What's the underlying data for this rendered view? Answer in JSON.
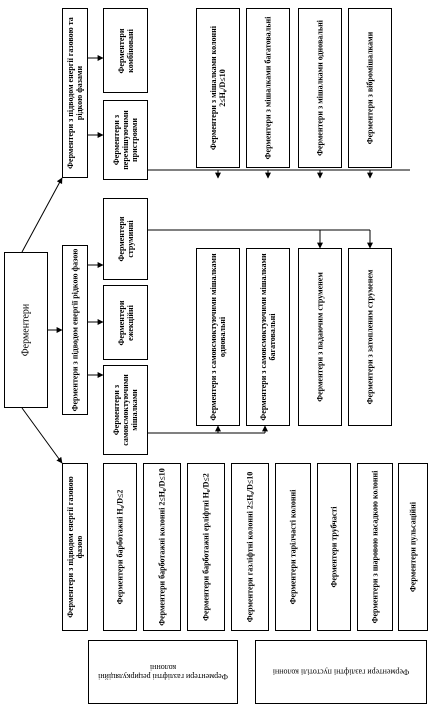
{
  "diagram": {
    "root": "Ферментери",
    "gas_liquid": {
      "title": "Ферментери з підводом енергії газовою та рідкою фазами",
      "children": {
        "combined": "Ферментери комбіновані",
        "mixers": "Ферментери з перемішуючими пристроями",
        "mixer_types": [
          "Ферментери з мішалками колонні 2≤H₀/D≤10",
          "Ферментери з мішалками багатовальні",
          "Ферментери з мішалками одновальні",
          "Ферментери з вібромішалками"
        ]
      }
    },
    "liquid": {
      "title": "Ферментери з підводом енергії рідкою фазою",
      "children": {
        "jet": "Ферментери струминні",
        "ejector": "Ферментери ежекційні",
        "self_suction": "Ферментери з самовсмоктуючими мішалками",
        "self_suction_types": [
          "Ферментери з самовсмоктуючими мішалками одновальні",
          "Ферментери з самовсмоктуючими мішалками багатовальні"
        ],
        "jet_types": [
          "Ферментери з падаючим струменем",
          "Ферментери з затопленим струменем"
        ]
      }
    },
    "gas": {
      "title": "Ферментери з підводом енергії газовою фазою",
      "children": [
        "Ферментери барботажні H₀/D≤2",
        "Ферментери барботажні колонні 2≤H₀/D≤10",
        "Ферментери барботажні ерліфтні H₀/D≤2",
        "Ферментери газліфтні колонні 2≤H₀/D≤10",
        "Ферментери тарілчасті колонні",
        "Ферментери трубчасті",
        "Ферментери з шаровою насадкою колонні",
        "Ферментери пульсаційні"
      ]
    },
    "notes": [
      "Ферментери газліфтні рециркуляційні колонні",
      "Ферментери газліфтні пустотілі колонні"
    ]
  }
}
